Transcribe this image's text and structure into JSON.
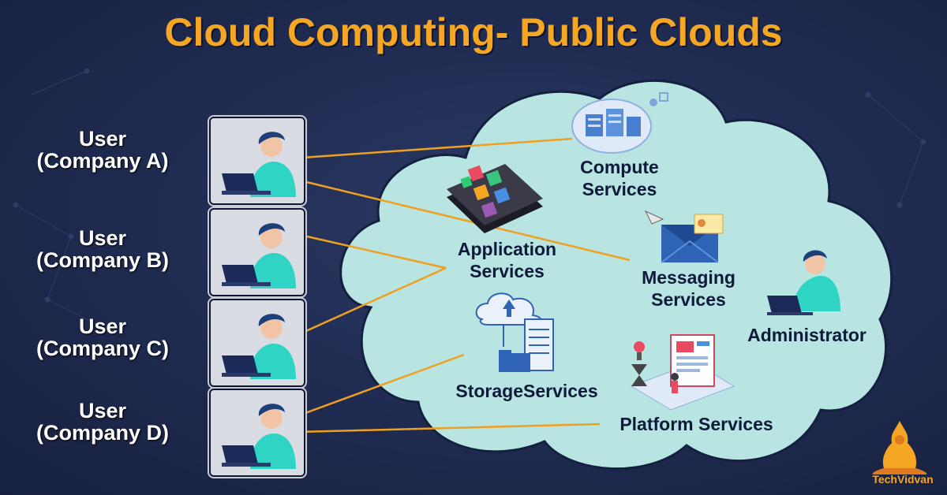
{
  "title": "Cloud Computing- Public Clouds",
  "users": [
    {
      "line1": "User",
      "line2": "(Company A)"
    },
    {
      "line1": "User",
      "line2": "(Company B)"
    },
    {
      "line1": "User",
      "line2": "(Company C)"
    },
    {
      "line1": "User",
      "line2": "(Company D)"
    }
  ],
  "services": {
    "compute": {
      "line1": "Compute",
      "line2": "Services"
    },
    "application": {
      "line1": "Application",
      "line2": "Services"
    },
    "messaging": {
      "line1": "Messaging",
      "line2": "Services"
    },
    "storage": {
      "line1": "StorageServices"
    },
    "platform": {
      "line1": "Platform Services"
    },
    "administrator": {
      "line1": "Administrator"
    }
  },
  "logo_text": "TechVidvan",
  "colors": {
    "background": "#1e2a4f",
    "title": "#f5a623",
    "cloud": "#b8e4e2",
    "connector": "#f0a020",
    "shirt": "#2fd4c4",
    "hair": "#1d3f7a"
  },
  "icons": [
    "compute-icon",
    "app-phone-icon",
    "envelope-icon",
    "storage-icon",
    "platform-icon",
    "user-laptop-icon"
  ]
}
